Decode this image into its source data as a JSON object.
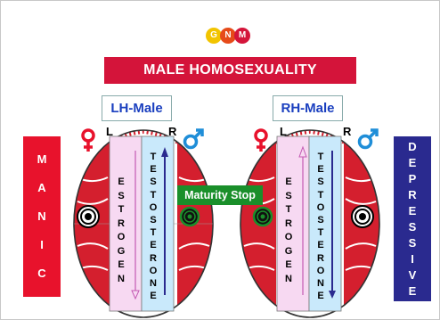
{
  "logo": {
    "letters": [
      "G",
      "N",
      "M"
    ],
    "colors": [
      "#f2c400",
      "#e64a19",
      "#d4143a"
    ]
  },
  "title": "MALE HOMOSEXUALITY",
  "left_brain": {
    "label": "LH-Male",
    "side_left": "L",
    "side_right": "R"
  },
  "right_brain": {
    "label": "RH-Male",
    "side_left": "L",
    "side_right": "R"
  },
  "manic": {
    "letters": [
      "M",
      "A",
      "N",
      "I",
      "C"
    ],
    "color": "#e8122c"
  },
  "depressive": {
    "letters": [
      "D",
      "E",
      "P",
      "R",
      "E",
      "S",
      "S",
      "I",
      "V",
      "E"
    ],
    "color": "#2a2a8f"
  },
  "estrogen_letters": [
    "E",
    "S",
    "T",
    "R",
    "O",
    "G",
    "E",
    "N"
  ],
  "testosterone_letters": [
    "T",
    "E",
    "S",
    "T",
    "O",
    "S",
    "T",
    "E",
    "R",
    "O",
    "N",
    "E"
  ],
  "maturity_stop": "Maturity Stop",
  "colors": {
    "brain_red": "#d41f2e",
    "estrogen_bg": "#f7d9f2",
    "testosterone_bg": "#c9e9fb",
    "female_symbol": "#e8122c",
    "male_symbol": "#1f8ed8"
  }
}
